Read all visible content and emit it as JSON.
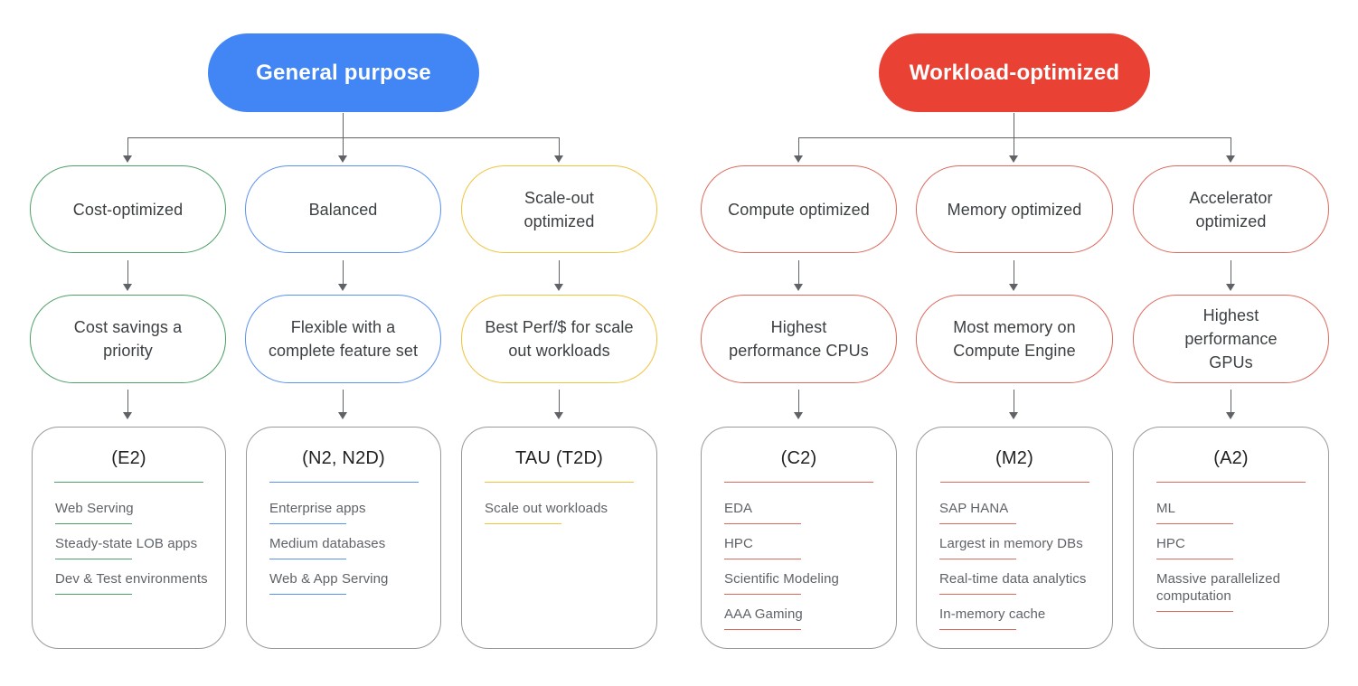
{
  "palette": {
    "header_blue": "#4285f4",
    "header_red": "#e94235",
    "green_accent": "#4da167",
    "blue_accent": "#5b92f0",
    "yellow_accent": "#f0c33c",
    "red_accent": "#dc6a5c",
    "connector_gray": "#5f6368",
    "pill_text": "#3c4043",
    "card_title_text": "#202124",
    "card_item_text": "#5f6368",
    "header_text": "#ffffff",
    "background": "#ffffff"
  },
  "groups": [
    {
      "header": "General purpose",
      "columns": [
        {
          "category": "Cost-optimized",
          "benefit": "Cost savings a priority",
          "machine": "(E2)",
          "items": [
            "Web Serving",
            "Steady-state LOB apps",
            "Dev & Test environments"
          ]
        },
        {
          "category": "Balanced",
          "benefit": "Flexible with a complete feature set",
          "machine": "(N2, N2D)",
          "items": [
            "Enterprise apps",
            "Medium databases",
            "Web & App Serving"
          ]
        },
        {
          "category": "Scale-out optimized",
          "benefit": "Best Perf/$ for scale out workloads",
          "machine": "TAU (T2D)",
          "items": [
            "Scale out workloads"
          ]
        }
      ]
    },
    {
      "header": "Workload-optimized",
      "columns": [
        {
          "category": "Compute optimized",
          "benefit": "Highest performance CPUs",
          "machine": "(C2)",
          "items": [
            "EDA",
            "HPC",
            "Scientific Modeling",
            "AAA Gaming"
          ]
        },
        {
          "category": "Memory optimized",
          "benefit": "Most memory on Compute Engine",
          "machine": "(M2)",
          "items": [
            "SAP HANA",
            "Largest in memory DBs",
            "Real-time data analytics",
            "In-memory cache"
          ]
        },
        {
          "category": "Accelerator optimized",
          "benefit": "Highest performance GPUs",
          "machine": "(A2)",
          "items": [
            "ML",
            "HPC",
            "Massive parallelized computation"
          ]
        }
      ]
    }
  ]
}
